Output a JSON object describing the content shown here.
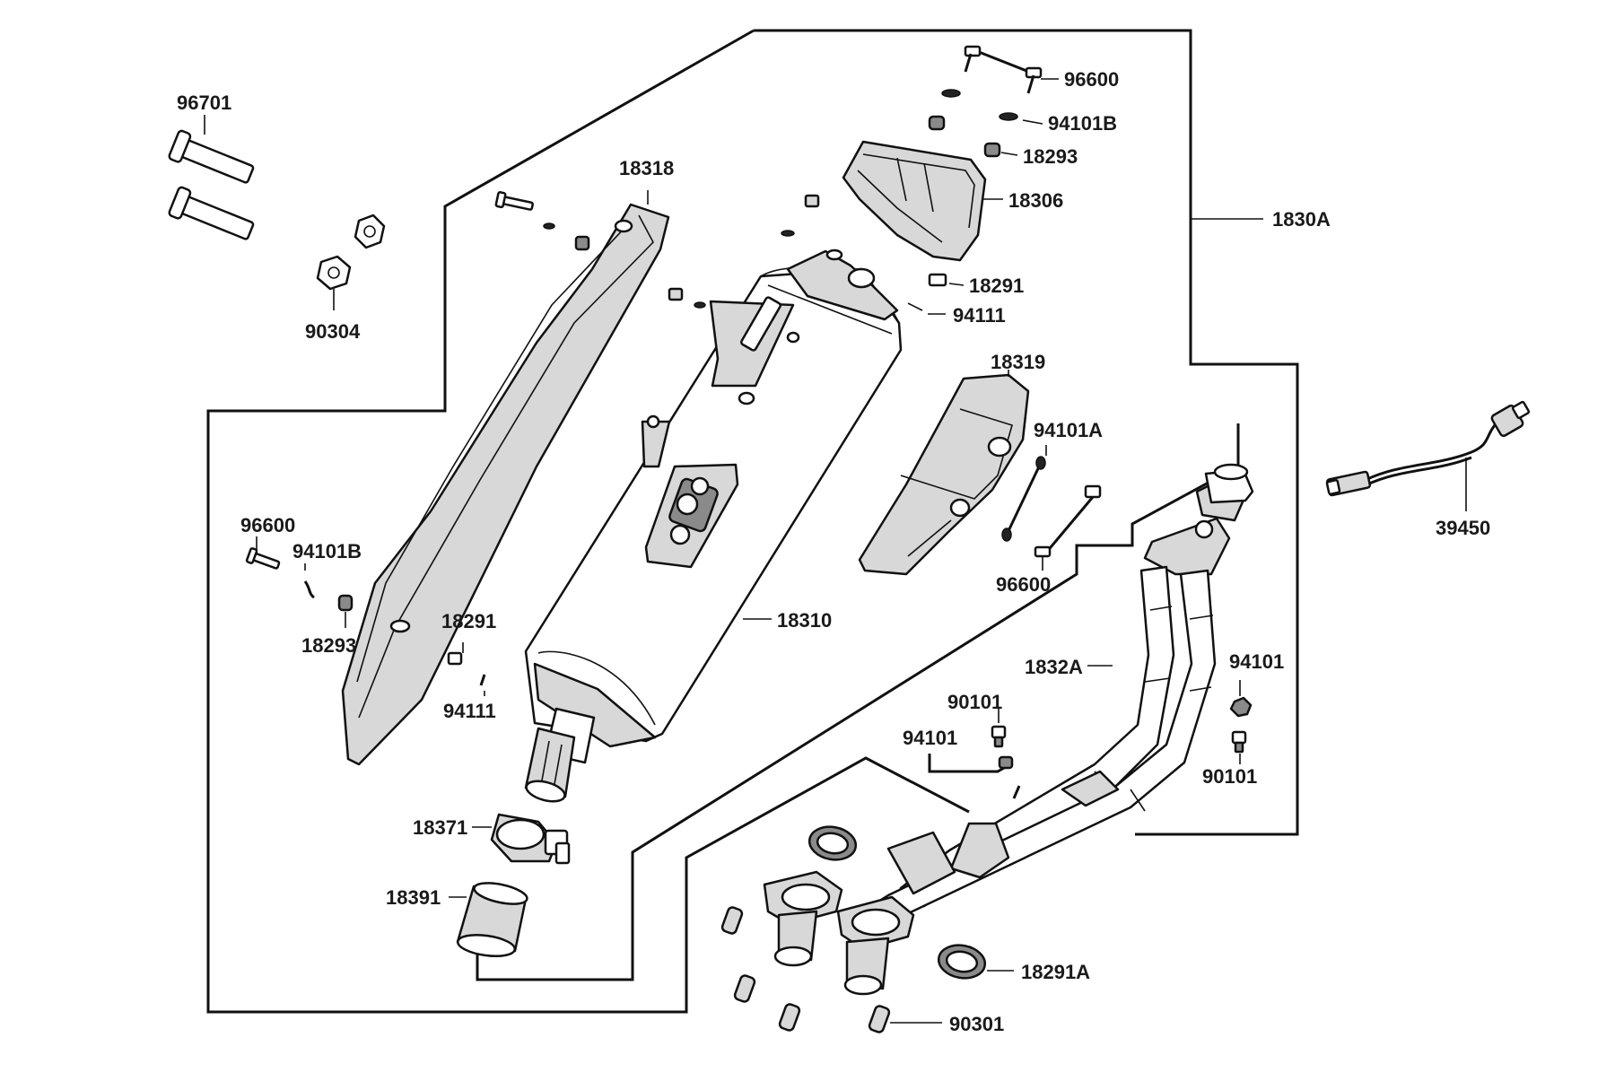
{
  "diagram": {
    "labels": {
      "p96701": "96701",
      "p90304": "90304",
      "p18318": "18318",
      "p96600_top": "96600",
      "p94101B_top": "94101B",
      "p18293_top": "18293",
      "p18306": "18306",
      "p1830A": "1830A",
      "p18291_top": "18291",
      "p94111_top": "94111",
      "p18319": "18319",
      "p94101A": "94101A",
      "p96600_mid": "96600",
      "p39450": "39450",
      "p96600_left": "96600",
      "p94101B_left": "94101B",
      "p18293_left": "18293",
      "p18291_left": "18291",
      "p94111_left": "94111",
      "p18310": "18310",
      "p1832A": "1832A",
      "p94101_right": "94101",
      "p90101_right": "90101",
      "p90101_mid": "90101",
      "p94101_mid": "94101",
      "p18371": "18371",
      "p18391": "18391",
      "p18291A": "18291A",
      "p90301": "90301"
    }
  }
}
